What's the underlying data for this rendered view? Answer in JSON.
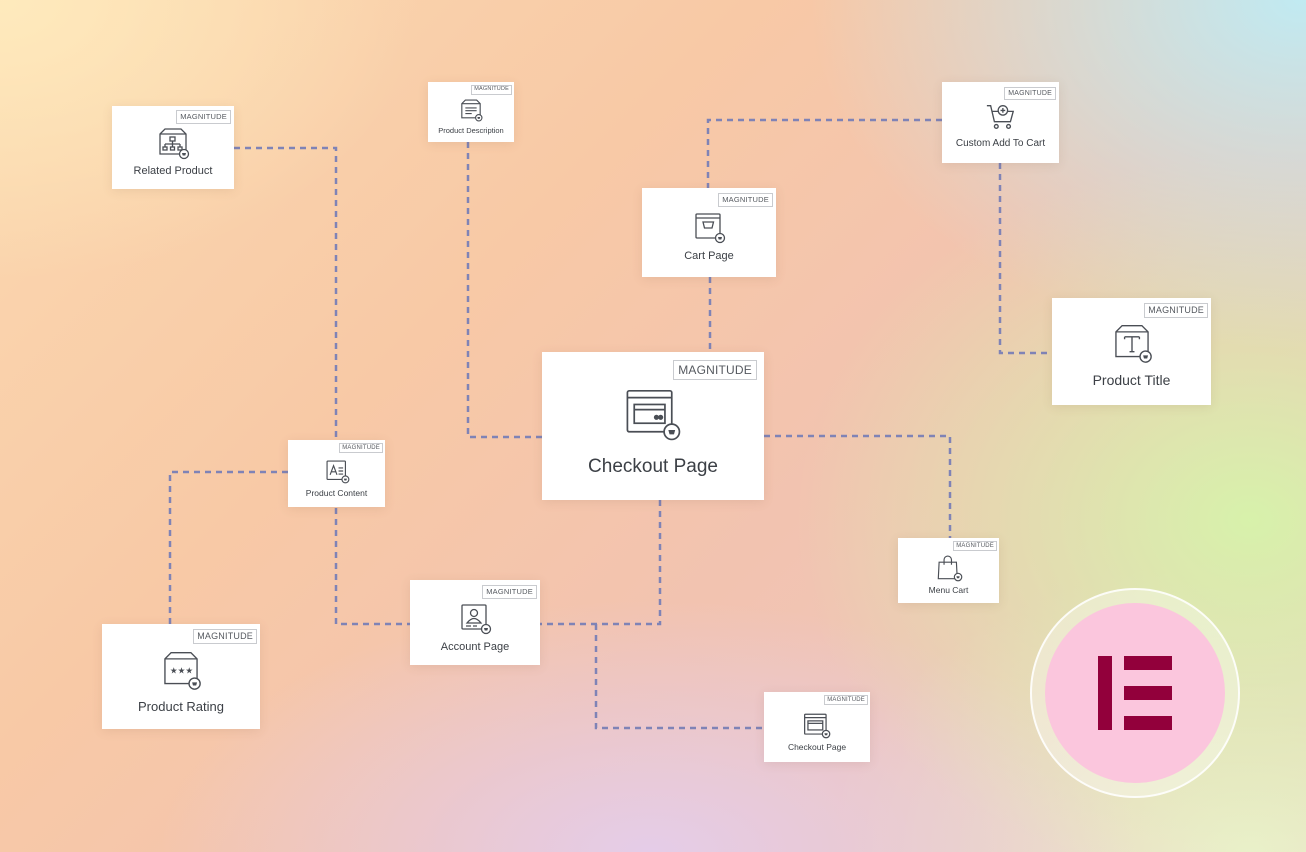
{
  "badge_text": "MAGNITUDE",
  "colors": {
    "connector": "#7f83b6",
    "logo_fill": "#92003b",
    "logo_bg": "#fbc6dd"
  },
  "widgets": {
    "related_product": {
      "label": "Related Product",
      "icon": "sitemap-cart-icon"
    },
    "product_description": {
      "label": "Product Description",
      "icon": "description-cart-icon"
    },
    "custom_add_to_cart": {
      "label": "Custom Add To Cart",
      "icon": "add-to-cart-icon"
    },
    "cart_page": {
      "label": "Cart Page",
      "icon": "cart-page-icon"
    },
    "product_title": {
      "label": "Product Title",
      "icon": "title-cart-icon"
    },
    "checkout_page_main": {
      "label": "Checkout Page",
      "icon": "credit-card-cart-icon"
    },
    "product_content": {
      "label": "Product Content",
      "icon": "content-cart-icon"
    },
    "menu_cart": {
      "label": "Menu Cart",
      "icon": "shopping-bag-icon"
    },
    "account_page": {
      "label": "Account Page",
      "icon": "account-cart-icon"
    },
    "product_rating": {
      "label": "Product Rating",
      "icon": "rating-cart-icon"
    },
    "checkout_page_small": {
      "label": "Checkout Page",
      "icon": "credit-card-cart-icon"
    }
  },
  "logo": {
    "name": "elementor-logo"
  }
}
